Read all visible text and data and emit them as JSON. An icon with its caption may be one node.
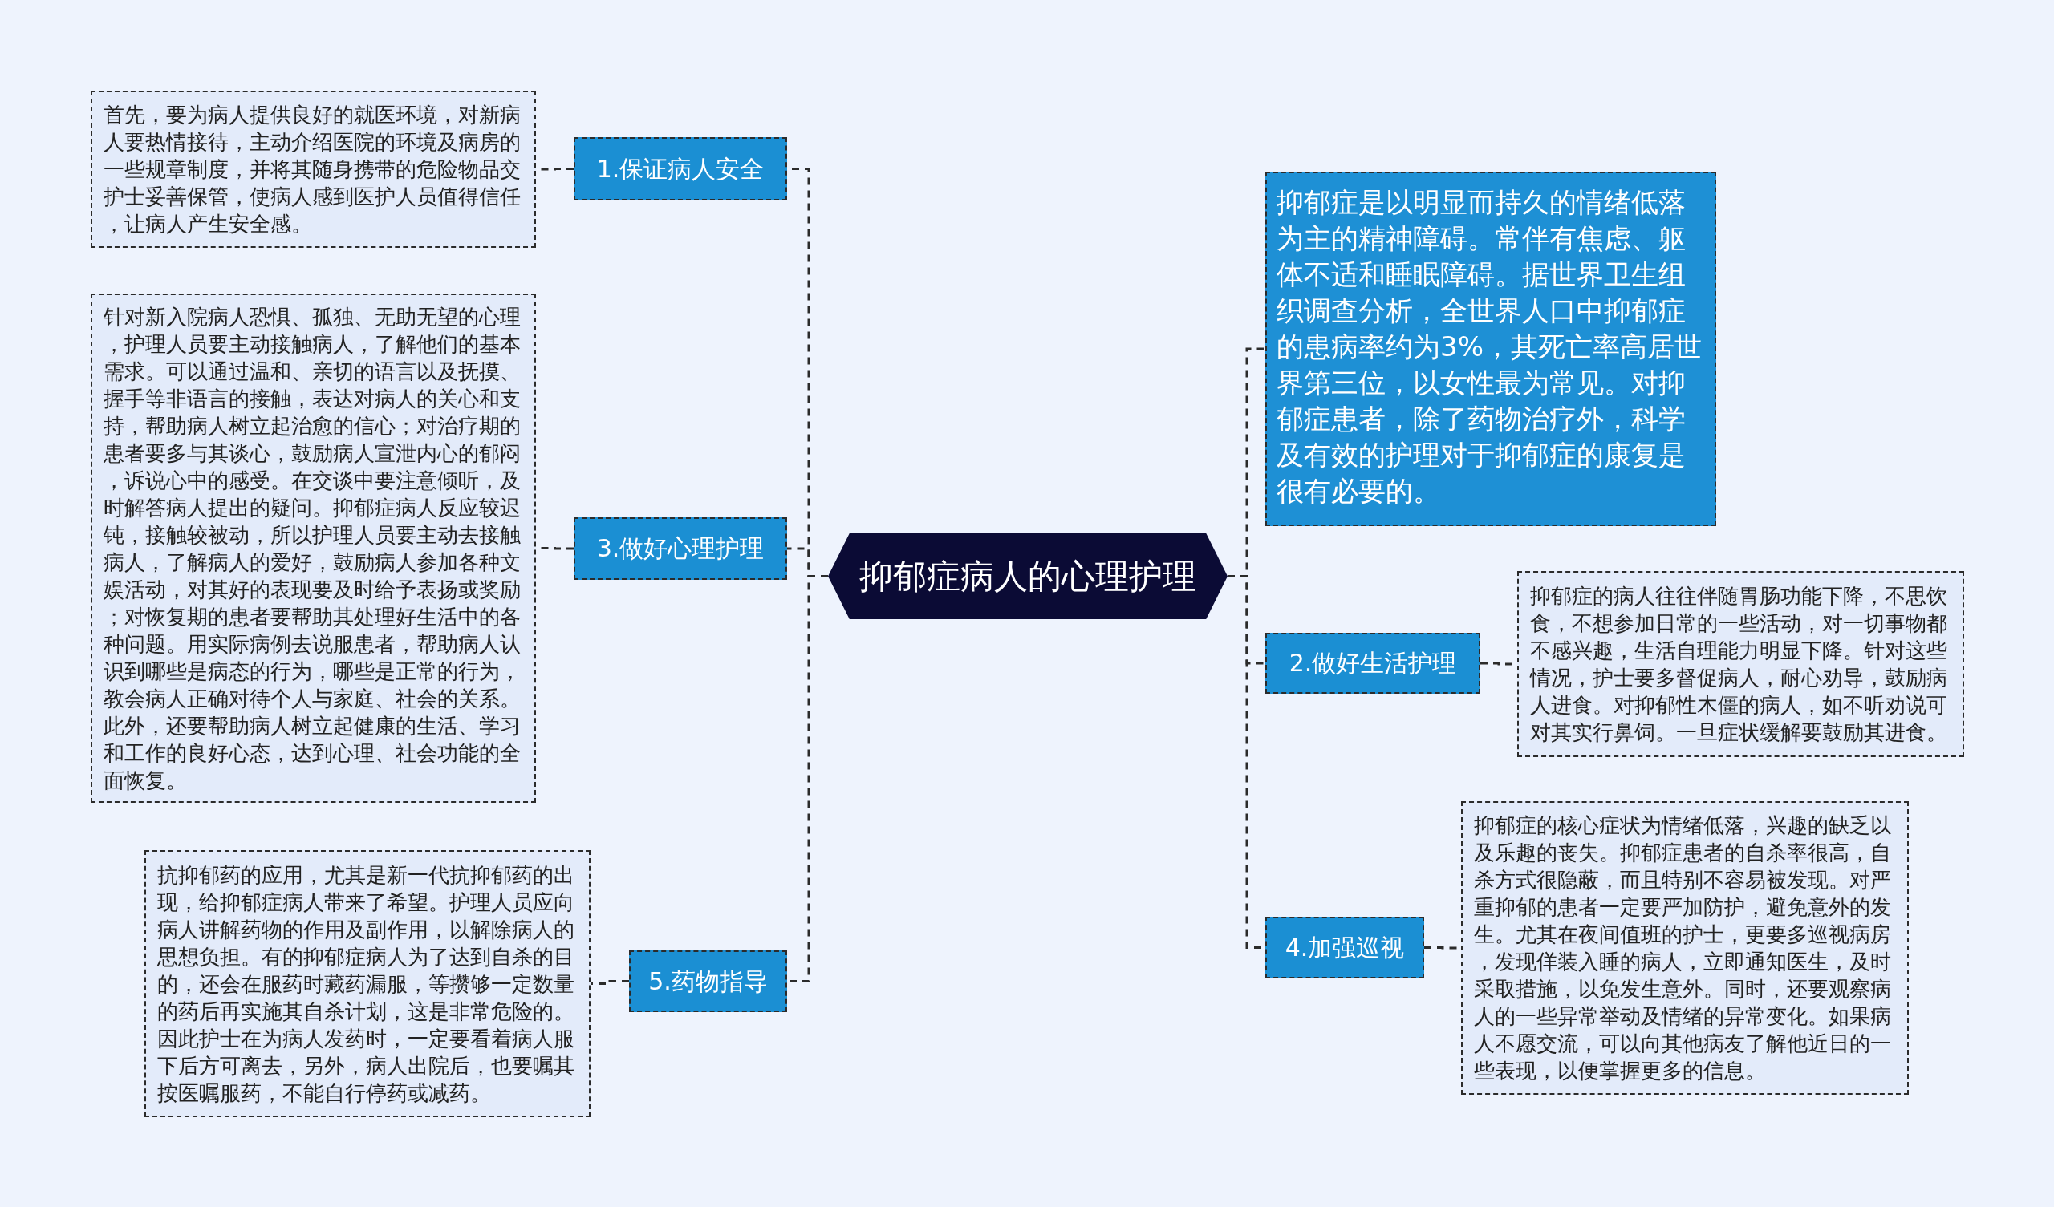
{
  "diagram": {
    "nodes": [
      {
        "text": [
          "抑郁症病人的心理护理"
        ]
      },
      {
        "text": [
          "1.保证病人安全"
        ]
      },
      {
        "text": [
          "首先，要为病人提供良好的就医环境，对新病人要热情接待，主动介绍医院的环境及病房的一些规章制度，并将其随身携带的危险物品交护士妥善保管，使病人感到医护人员值得信任，让病人产生安全感。"
        ]
      },
      {
        "text": [
          "3.做好心理护理"
        ]
      },
      {
        "text": [
          "针对新入院病人恐惧、孤独、无助无望的心理，护理人员要主动接触病人，了解他们的基本需求。可以通过温和、亲切的语言以及抚摸、握手等非语言的接触，表达对病人的关心和支持，帮助病人树立起治愈的信心；对治疗期的患者要多与其谈心，鼓励病人宣泄内心的郁闷，诉说心中的感受。在交谈中要注意倾听，及时解答病人提出的疑问。抑郁症病人反应较迟钝，接触较被动，所以护理人员要主动去接触病人，了解病人的爱好，鼓励病人参加各种文娱活动，对其好的表现要及时给予表扬或奖励；对恢复期的患者要帮助其处理好生活中的各种问题。用实际病例去说服患者，帮助病人认识到哪些是病态的行为，哪些是正常的行为，教会病人正确对待个人与家庭、社会的关系。此外，还要帮助病人树立起健康的生活、学习和工作的良好心态，达到心理、社会功能的全面恢复。"
        ]
      },
      {
        "text": [
          "5.药物指导"
        ]
      },
      {
        "text": [
          "抗抑郁药的应用，尤其是新一代抗抑郁药的出现，给抑郁症病人带来了希望。护理人员应向病人讲解药物的作用及副作用，以解除病人的思想负担。有的抑郁症病人为了达到自杀的目的，还会在服药时藏药漏服，等攒够一定数量的药后再实施其自杀计划，这是非常危险的。因此护士在为病人发药时，一定要看着病人服下后方可离去，另外，病人出院后，也要嘱其按医嘱服药，不能自行停药或减药。"
        ]
      },
      {
        "text": [
          "抑郁症是以明显而持久的情绪低落为主的精神障碍。常伴有焦虑、躯体不适和睡眠障碍。据世界卫生组织调查分析，全世界人口中抑郁症的患病率约为3%，其死亡率高居世界第三位，以女性最为常见。对抑郁症患者，除了药物治疗外，科学及有效的护理对于抑郁症的康复是很有必要的。"
        ]
      },
      {
        "text": [
          "2.做好生活护理"
        ]
      },
      {
        "text": [
          "抑郁症的病人往往伴随胃肠功能下降，不思饮食，不想参加日常的一些活动，对一切事物都不感兴趣，生活自理能力明显下降。针对这些情况，护士要多督促病人，耐心劝导，鼓励病人进食。对抑郁性木僵的病人，如不听劝说可对其实行鼻饲。一旦症状缓解要鼓励其进食。"
        ]
      },
      {
        "text": [
          "4.加强巡视"
        ]
      },
      {
        "text": [
          "抑郁症的核心症状为情绪低落，兴趣的缺乏以及乐趣的丧失。抑郁症患者的自杀率很高，自杀方式很隐蔽，而且特别不容易被发现。对严重抑郁的患者一定要严加防护，避免意外的发生。尤其在夜间值班的护士，更要多巡视病房，发现佯装入睡的病人，立即通知医生，及时采取措施，以免发生意外。同时，还要观察病人的一些异常举动及情绪的异常变化。如果病人不愿交流，可以向其他病友了解他近日的一些表现，以便掌握更多的信息。"
        ]
      }
    ],
    "edges": [
      {
        "from": 0,
        "to": 1,
        "arrow": "none",
        "style": "dashed"
      },
      {
        "from": 1,
        "to": 2,
        "arrow": "none",
        "style": "dashed"
      },
      {
        "from": 0,
        "to": 3,
        "arrow": "none",
        "style": "dashed"
      },
      {
        "from": 3,
        "to": 4,
        "arrow": "none",
        "style": "dashed"
      },
      {
        "from": 0,
        "to": 5,
        "arrow": "none",
        "style": "dashed"
      },
      {
        "from": 5,
        "to": 6,
        "arrow": "none",
        "style": "dashed"
      },
      {
        "from": 0,
        "to": 7,
        "arrow": "none",
        "style": "dashed"
      },
      {
        "from": 0,
        "to": 8,
        "arrow": "none",
        "style": "dashed"
      },
      {
        "from": 8,
        "to": 9,
        "arrow": "none",
        "style": "dashed"
      },
      {
        "from": 0,
        "to": 10,
        "arrow": "none",
        "style": "dashed"
      },
      {
        "from": 10,
        "to": 11,
        "arrow": "none",
        "style": "dashed"
      }
    ]
  }
}
